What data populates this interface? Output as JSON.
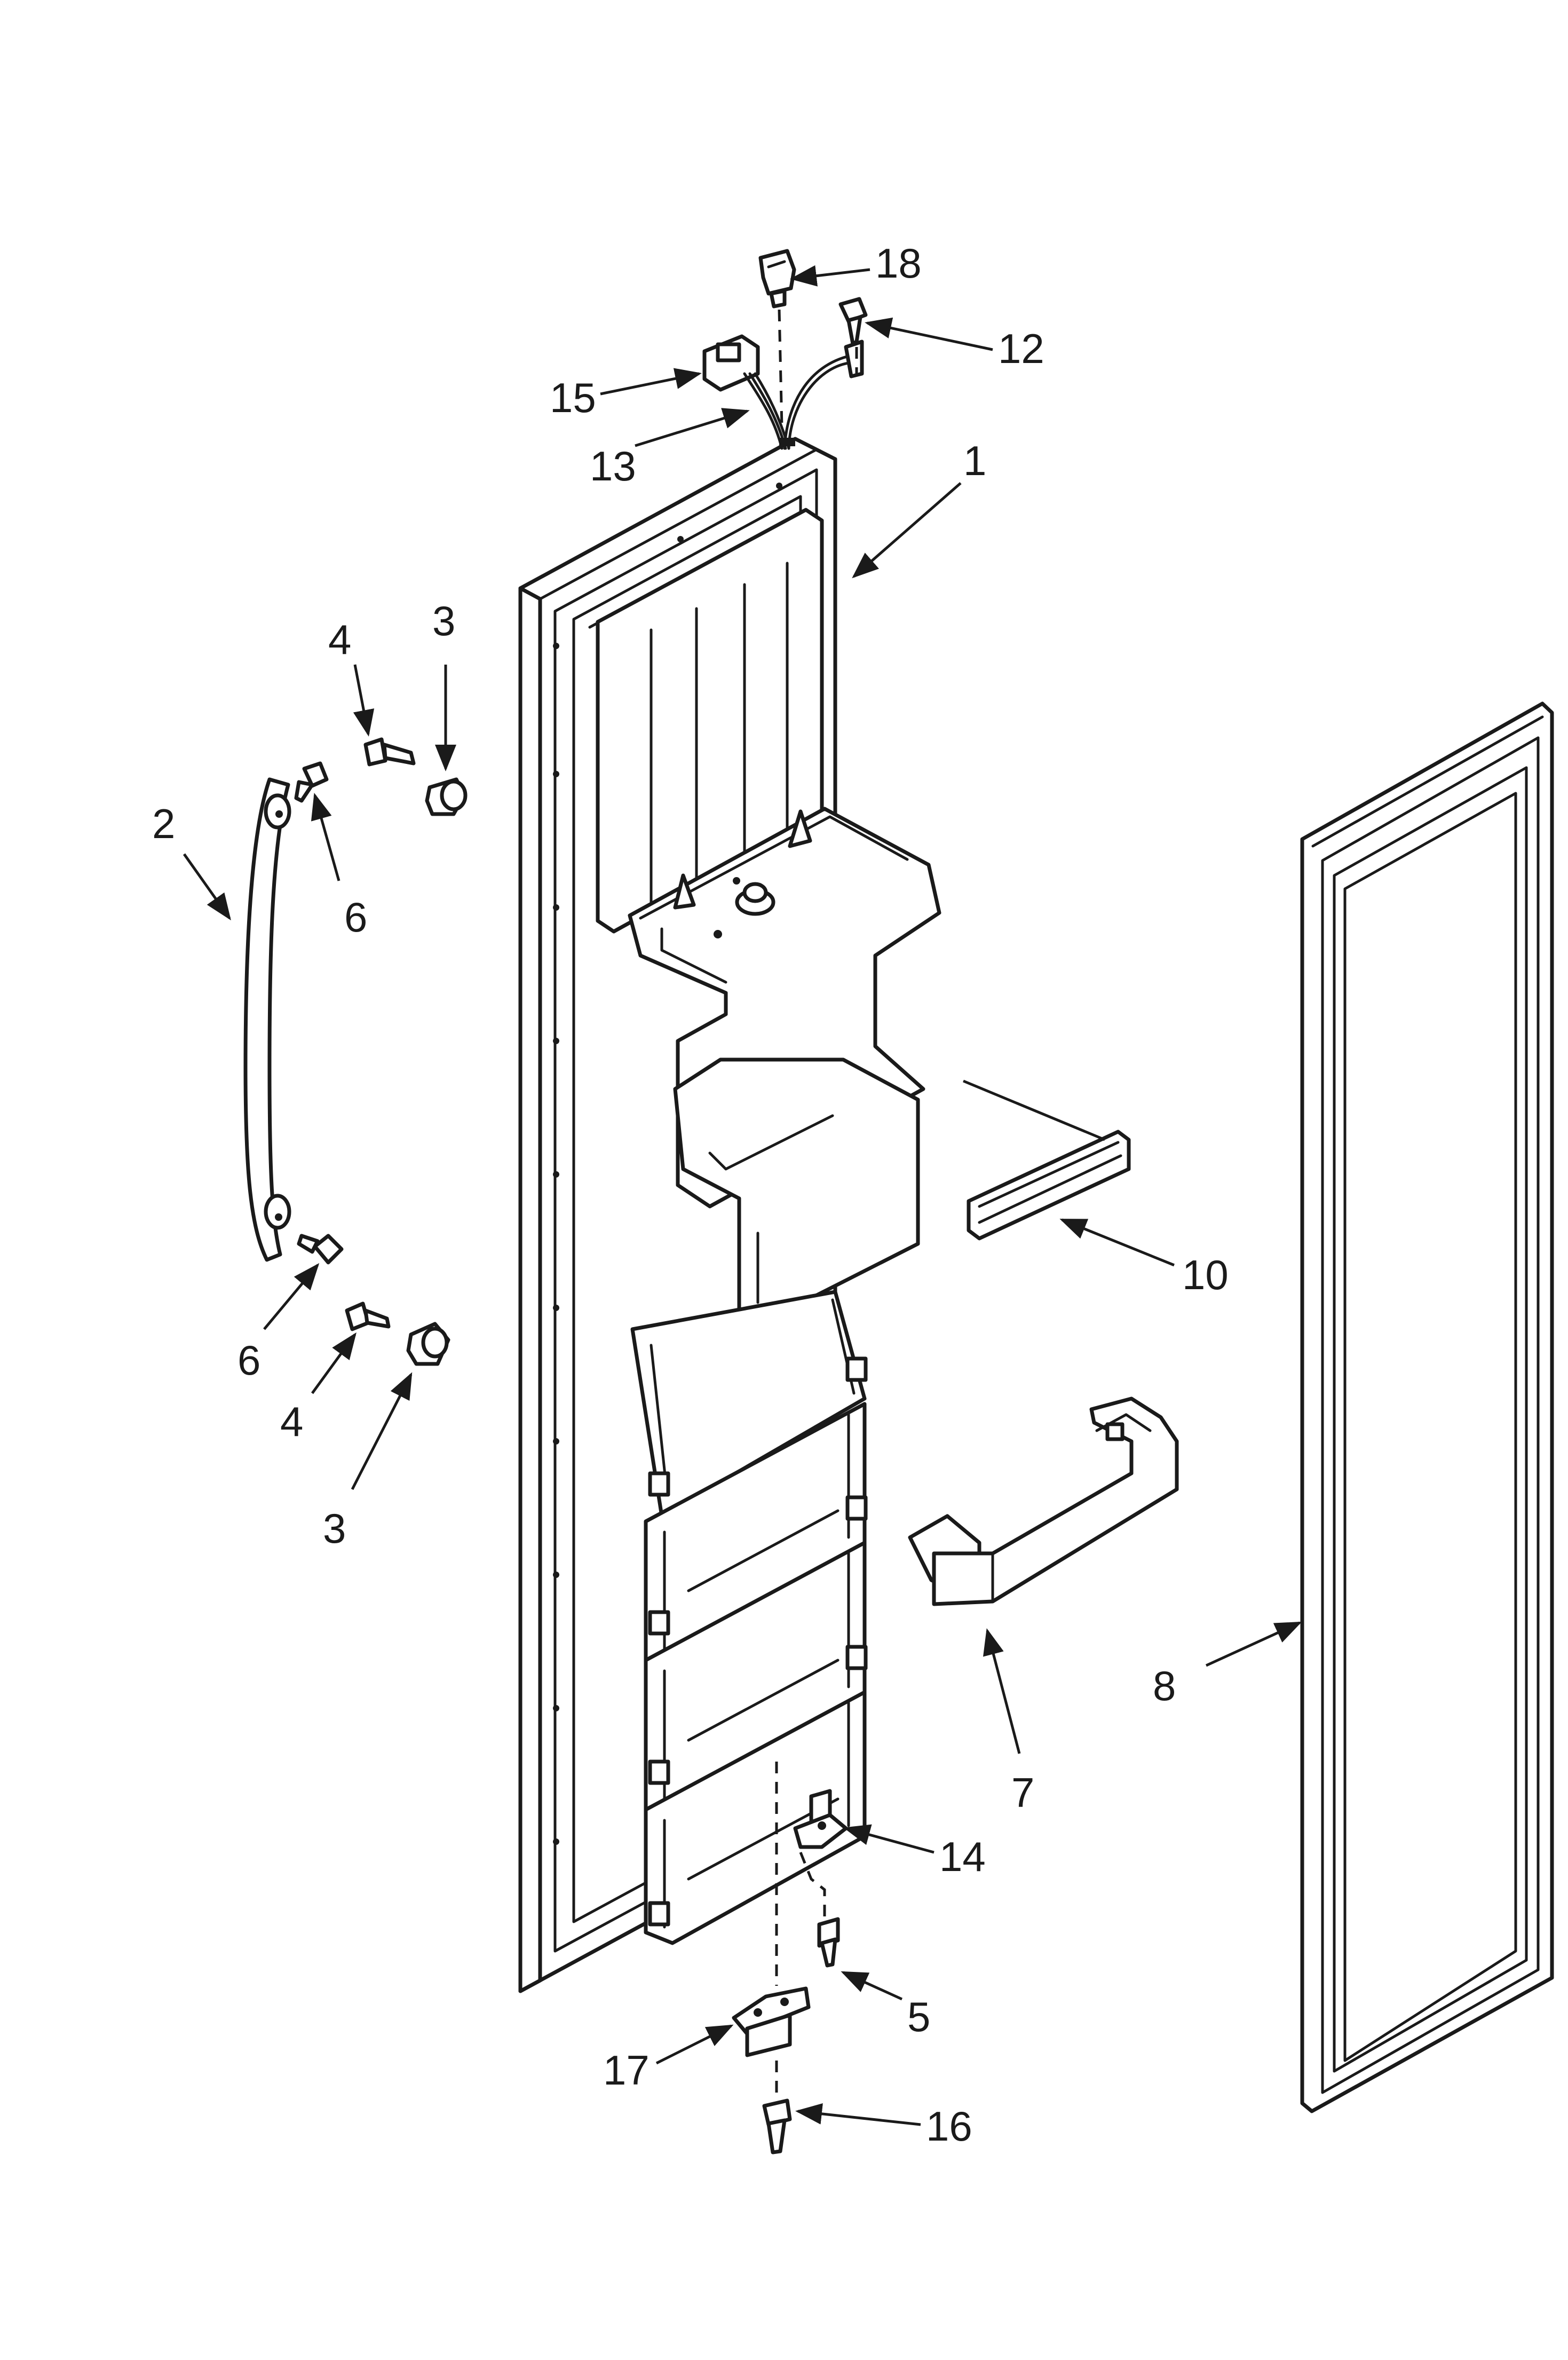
{
  "callouts": [
    {
      "id": "c1",
      "label": "1"
    },
    {
      "id": "c2",
      "label": "2"
    },
    {
      "id": "c3a",
      "label": "3"
    },
    {
      "id": "c3b",
      "label": "3"
    },
    {
      "id": "c4a",
      "label": "4"
    },
    {
      "id": "c4b",
      "label": "4"
    },
    {
      "id": "c5",
      "label": "5"
    },
    {
      "id": "c6a",
      "label": "6"
    },
    {
      "id": "c6b",
      "label": "6"
    },
    {
      "id": "c7",
      "label": "7"
    },
    {
      "id": "c8",
      "label": "8"
    },
    {
      "id": "c10",
      "label": "10"
    },
    {
      "id": "c12",
      "label": "12"
    },
    {
      "id": "c13",
      "label": "13"
    },
    {
      "id": "c14",
      "label": "14"
    },
    {
      "id": "c15",
      "label": "15"
    },
    {
      "id": "c16",
      "label": "16"
    },
    {
      "id": "c17",
      "label": "17"
    },
    {
      "id": "c18",
      "label": "18"
    }
  ],
  "colors": {
    "line": "#1a1a1a",
    "background": "#ffffff"
  }
}
